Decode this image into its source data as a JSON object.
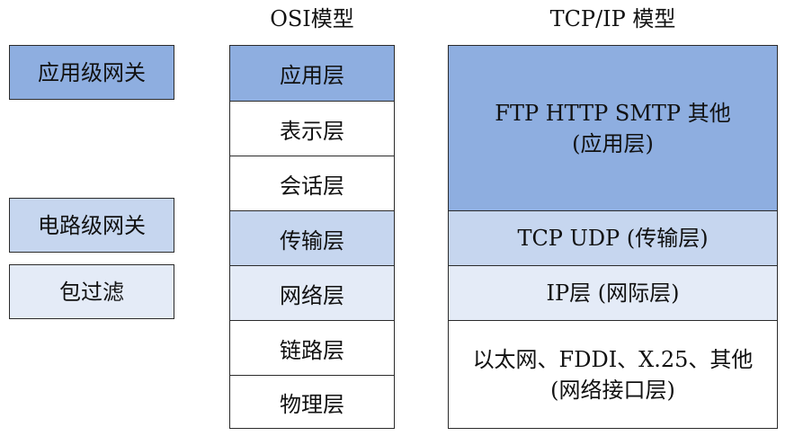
{
  "headings": {
    "osi": "OSI模型",
    "tcpip": "TCP/IP 模型"
  },
  "colors": {
    "dark_blue": "#8eaee0",
    "mid_blue": "#c6d6ef",
    "light_blue": "#e4ebf7",
    "white": "#ffffff",
    "border": "#2b2b2b"
  },
  "gateways": [
    {
      "label": "应用级网关"
    },
    {
      "label": "电路级网关"
    },
    {
      "label": "包过滤"
    }
  ],
  "osi_layers": [
    {
      "label": "应用层"
    },
    {
      "label": "表示层"
    },
    {
      "label": "会话层"
    },
    {
      "label": "传输层"
    },
    {
      "label": "网络层"
    },
    {
      "label": "链路层"
    },
    {
      "label": "物理层"
    }
  ],
  "tcpip_layers": [
    {
      "line1": "FTP  HTTP SMTP 其他",
      "line2": "(应用层)"
    },
    {
      "line1": "TCP  UDP (传输层)"
    },
    {
      "line1": "IP层 (网际层)"
    },
    {
      "line1": "以太网、FDDI、X.25、其他",
      "line2": "(网络接口层)"
    }
  ]
}
